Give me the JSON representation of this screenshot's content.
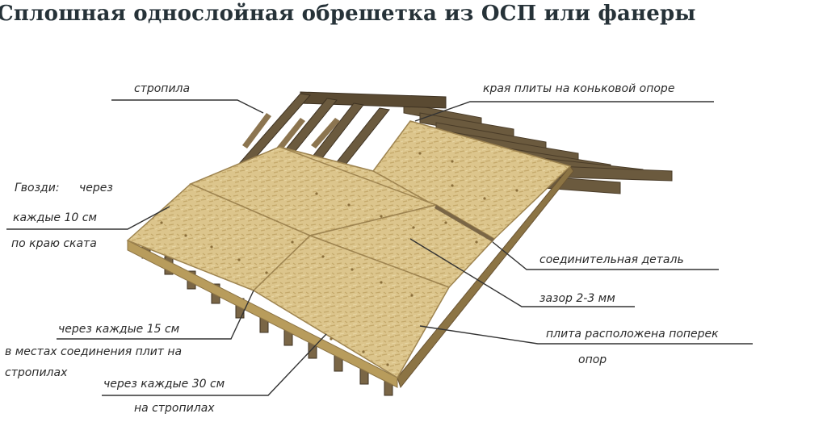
{
  "title": "Сплошная однослойная обрешетка из ОСП или фанеры",
  "labels": {
    "rafters": "стропила",
    "ridge_edges": "края плиты на коньковой опоре",
    "nails_title": "Гвозди:",
    "nails_through": "через",
    "nails_every10": "каждые 10 см",
    "nails_edge": "по краю ската",
    "connector": "соединительная деталь",
    "gap": "зазор 2-3 мм",
    "plate_across": "плита расположена поперек",
    "plate_supports": "опор",
    "every15": "через каждые 15 см",
    "joints_line1": "в местах соединения плит на",
    "joints_line2": "стропилах",
    "every30": "через каждые 30 см",
    "on_rafters": "на стропилах"
  },
  "colors": {
    "title": "#263238",
    "osb": "#dcc58c",
    "osb_dark": "#b89c5c",
    "wood": "#6b5a3e",
    "wood_dark": "#4a3c28",
    "leader": "#333333"
  }
}
